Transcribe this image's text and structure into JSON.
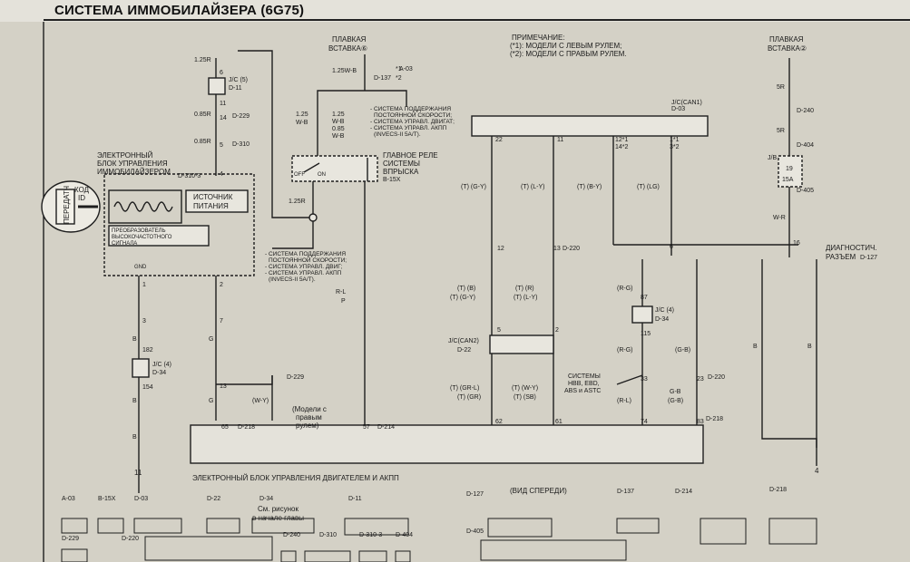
{
  "title": "СИСТЕМА ИММОБИЛАЙЗЕРА (6G75)",
  "labels": {
    "fuse6_l1": "ПЛАВКАЯ",
    "fuse6_l2": "ВСТАВКА⑥",
    "fuse2_l1": "ПЛАВКАЯ",
    "fuse2_l2": "ВСТАВКА②",
    "note_l1": "ПРИМЕЧАНИЕ:",
    "note_l2": "(*1): МОДЕЛИ С ЛЕВЫМ РУЛЕМ;",
    "note_l3": "(*2): МОДЕЛИ С ПРАВЫМ РУЛЕМ.",
    "immo_l1": "ЭЛЕКТРОННЫЙ",
    "immo_l2": "БЛОК УПРАВЛЕНИЯ",
    "immo_l3": "ИММОБИЛАЙЗЕРОМ",
    "power_l1": "ИСТОЧНИК",
    "power_l2": "ПИТАНИЯ",
    "conv_l1": "ПРЕОБРАЗОВАТЕЛЬ",
    "conv_l2": "ВЫСОКОЧАСТОТНОГО",
    "conv_l3": "СИГНАЛА",
    "key_code": "КОД",
    "key_id": "ID",
    "key_tx": "ПЕРЕДАТЧ",
    "relay_l1": "ГЛАВНОЕ РЕЛЕ",
    "relay_l2": "СИСТЕМЫ",
    "relay_l3": "ВПРЫСКА",
    "sys_top_l1": "- СИСТЕМА ПОДДЕРЖАНИЯ",
    "sys_top_l2": "ПОСТОЯННОЙ СКОРОСТИ;",
    "sys_top_l3": "- СИСТЕМА УПРАВЛ. ДВИГАТ;",
    "sys_top_l4": "- СИСТЕМА УПРАВЛ. АКПП",
    "sys_top_l5": "(INVECS-II 5A/T).",
    "sys_bot_l1": "- СИСТЕМА ПОДДЕРЖАНИЯ",
    "sys_bot_l2": "ПОСТОЯННОЙ СКОРОСТИ;",
    "sys_bot_l3": "- СИСТЕМА УПРАВЛ. ДВИГ;",
    "sys_bot_l4": "- СИСТЕМА УПРАВЛ. АКПП",
    "sys_bot_l5": "(INVECS-II 5A/T).",
    "rhd_l1": "(Модели с",
    "rhd_l2": "правым",
    "rhd_l3": "рулем)",
    "abs_l1": "СИСТЕМЫ",
    "abs_l2": "HBB, EBD,",
    "abs_l3": "ABS и ASTC",
    "diag_l1": "ДИАГНОСТИЧ.",
    "diag_l2": "РАЗЪЕМ",
    "ecu": "ЭЛЕКТРОННЫЙ БЛОК УПРАВЛЕНИЯ ДВИГАТЕЛЕМ И АКПП",
    "front_view": "(ВИД СПЕРЕДИ)",
    "see_l1": "См. рисунок",
    "see_l2": "в начале главы",
    "off": "OFF",
    "on": "ON",
    "gnd": "GND",
    "ground_11": "11",
    "ground_4": "4"
  },
  "connectors": {
    "jc5": "J/C (5)",
    "d11": "D-11",
    "d229": "D-229",
    "d310": "D-310",
    "d3103": "D-310-3",
    "a03": "A-03",
    "d137": "D-137",
    "b15x": "B-15X",
    "d03": "D-03",
    "jccan1": "J/C(CAN1)",
    "jccan2": "J/C(CAN2)",
    "d22": "D-22",
    "d220": "D-220",
    "d34": "D-34",
    "jc4": "J/C (4)",
    "d214": "D-214",
    "d218": "D-218",
    "d240": "D-240",
    "d404": "D-404",
    "d405": "D-405",
    "d127": "D-127",
    "jb": "J/B",
    "fuse15a": "15A",
    "fuse19": "19"
  },
  "wires": {
    "w125r": "1.25R",
    "w085r": "0.85R",
    "w125wb": "1.25W-B",
    "w125": "1.25",
    "wb": "W-B",
    "w085": "0.85",
    "w5r": "5R",
    "wr": "W-R",
    "b": "B",
    "g": "G",
    "wy": "(W-Y)",
    "gy": "(T) (G-Y)",
    "ly": "(T) (L-Y)",
    "by": "(T) (B-Y)",
    "lg": "(T) (LG)",
    "bs1": "(T) (B)",
    "gys2": "(T) (G-Y)",
    "rs1": "(T) (R)",
    "lys2": "(T) (L-Y)",
    "grl": "(T) (GR-L)",
    "gr": "(T) (GR)",
    "wys": "(T) (W-Y)",
    "sb": "(T) (SB)",
    "rg1": "(R-G)",
    "rg2": "(R-G)",
    "rl": "(R-L)",
    "gb1": "(G-B)",
    "gbs1": "G-B",
    "gbs2": "(G-B)",
    "rls1": "R-L",
    "ps2": "P",
    "s1": "*1",
    "s2": "*2"
  },
  "pins": {
    "p6": "6",
    "p11": "11",
    "p14": "14",
    "p5": "5",
    "p4": "4",
    "p1": "1",
    "p2": "2",
    "p3": "3",
    "p7": "7",
    "p182": "182",
    "p154": "154",
    "p13": "13",
    "p65": "65",
    "p57": "57",
    "p22": "22",
    "p12": "12",
    "p5b": "5",
    "p2b": "2",
    "p62": "62",
    "p61": "61",
    "p87": "87",
    "p115": "115",
    "p33": "33",
    "p74": "74",
    "p23": "23",
    "p83": "83",
    "p16": "16",
    "p6b": "6",
    "p12s1": "12*1",
    "p14s2": "14*2",
    "p1s1": "1*1",
    "p3s2": "3*2"
  }
}
